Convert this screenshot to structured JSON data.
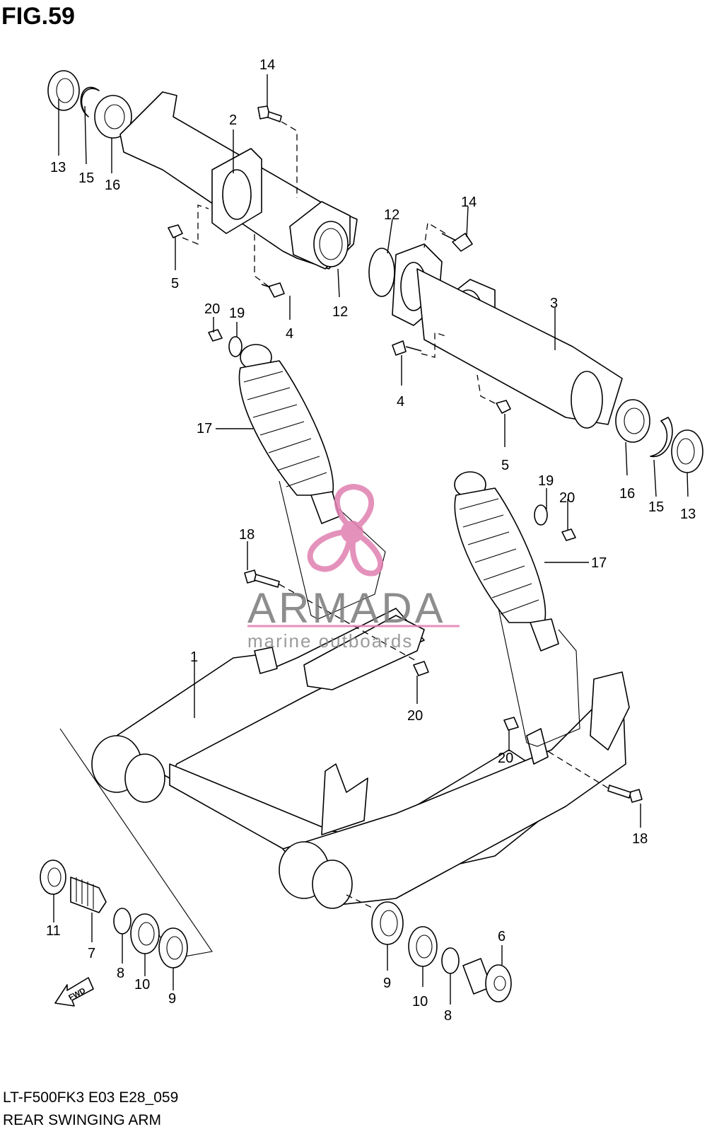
{
  "figure": {
    "title": "FIG.59",
    "model_code": "LT-F500FK3 E03 E28_059",
    "name": "REAR SWINGING ARM"
  },
  "watermark": {
    "brand": "ARMADA",
    "tagline": "marine outboards",
    "color": "#e07fb0"
  },
  "fwd_label": "FWD",
  "callouts": [
    {
      "id": "c13a",
      "text": "13"
    },
    {
      "id": "c15a",
      "text": "15"
    },
    {
      "id": "c16a",
      "text": "16"
    },
    {
      "id": "c2",
      "text": "2"
    },
    {
      "id": "c14a",
      "text": "14"
    },
    {
      "id": "c5a",
      "text": "5"
    },
    {
      "id": "c4a",
      "text": "4"
    },
    {
      "id": "c12a",
      "text": "12"
    },
    {
      "id": "c12b",
      "text": "12"
    },
    {
      "id": "c14b",
      "text": "14"
    },
    {
      "id": "c3",
      "text": "3"
    },
    {
      "id": "c4b",
      "text": "4"
    },
    {
      "id": "c5b",
      "text": "5"
    },
    {
      "id": "c16b",
      "text": "16"
    },
    {
      "id": "c15b",
      "text": "15"
    },
    {
      "id": "c13b",
      "text": "13"
    },
    {
      "id": "c20a",
      "text": "20"
    },
    {
      "id": "c19a",
      "text": "19"
    },
    {
      "id": "c17a",
      "text": "17"
    },
    {
      "id": "c19b",
      "text": "19"
    },
    {
      "id": "c20b",
      "text": "20"
    },
    {
      "id": "c17b",
      "text": "17"
    },
    {
      "id": "c18a",
      "text": "18"
    },
    {
      "id": "c1",
      "text": "1"
    },
    {
      "id": "c20c",
      "text": "20"
    },
    {
      "id": "c20d",
      "text": "20"
    },
    {
      "id": "c18b",
      "text": "18"
    },
    {
      "id": "c11",
      "text": "11"
    },
    {
      "id": "c7",
      "text": "7"
    },
    {
      "id": "c8a",
      "text": "8"
    },
    {
      "id": "c10a",
      "text": "10"
    },
    {
      "id": "c9a",
      "text": "9"
    },
    {
      "id": "c9b",
      "text": "9"
    },
    {
      "id": "c10b",
      "text": "10"
    },
    {
      "id": "c8b",
      "text": "8"
    },
    {
      "id": "c6",
      "text": "6"
    }
  ]
}
